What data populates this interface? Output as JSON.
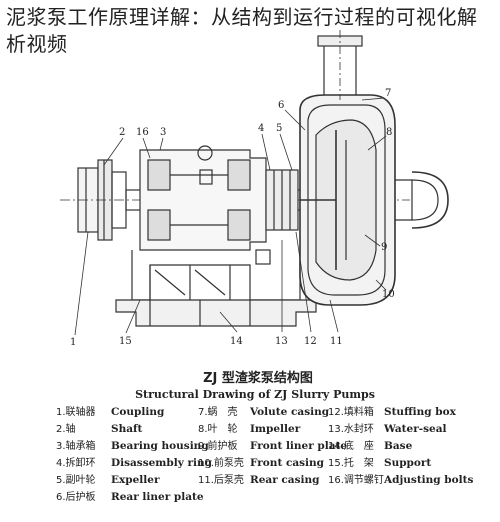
{
  "headline": "泥浆泵工作原理详解：从结构到运行过程的可视化解析视频",
  "figure": {
    "title_zh": "ZJ 型渣浆泵结构图",
    "title_en": "Structural Drawing of ZJ Slurry Pumps",
    "callouts": [
      "1",
      "2",
      "3",
      "4",
      "5",
      "6",
      "7",
      "8",
      "9",
      "10",
      "11",
      "12",
      "13",
      "14",
      "15",
      "16"
    ],
    "legend": [
      {
        "zh": "1.联轴器",
        "en": "Coupling"
      },
      {
        "zh": "2.轴",
        "en": "Shaft"
      },
      {
        "zh": "3.轴承箱",
        "en": "Bearing housing"
      },
      {
        "zh": "4.拆卸环",
        "en": "Disassembly ring"
      },
      {
        "zh": "5.副叶轮",
        "en": "Expeller"
      },
      {
        "zh": "6.后护板",
        "en": "Rear liner plate"
      },
      {
        "zh": "7.蜗　壳",
        "en": "Volute casing"
      },
      {
        "zh": "8.叶　轮",
        "en": "Impeller"
      },
      {
        "zh": "9.前护板",
        "en": "Front liner plate"
      },
      {
        "zh": "10.前泵壳",
        "en": "Front casing"
      },
      {
        "zh": "11.后泵壳",
        "en": "Rear casing"
      },
      {
        "zh": "12.填料箱",
        "en": "Stuffing box"
      },
      {
        "zh": "13.水封环",
        "en": "Water-seal"
      },
      {
        "zh": "14.底　座",
        "en": "Base"
      },
      {
        "zh": "15.托　架",
        "en": "Support"
      },
      {
        "zh": "16.调节螺钉",
        "en": "Adjusting bolts"
      }
    ]
  }
}
